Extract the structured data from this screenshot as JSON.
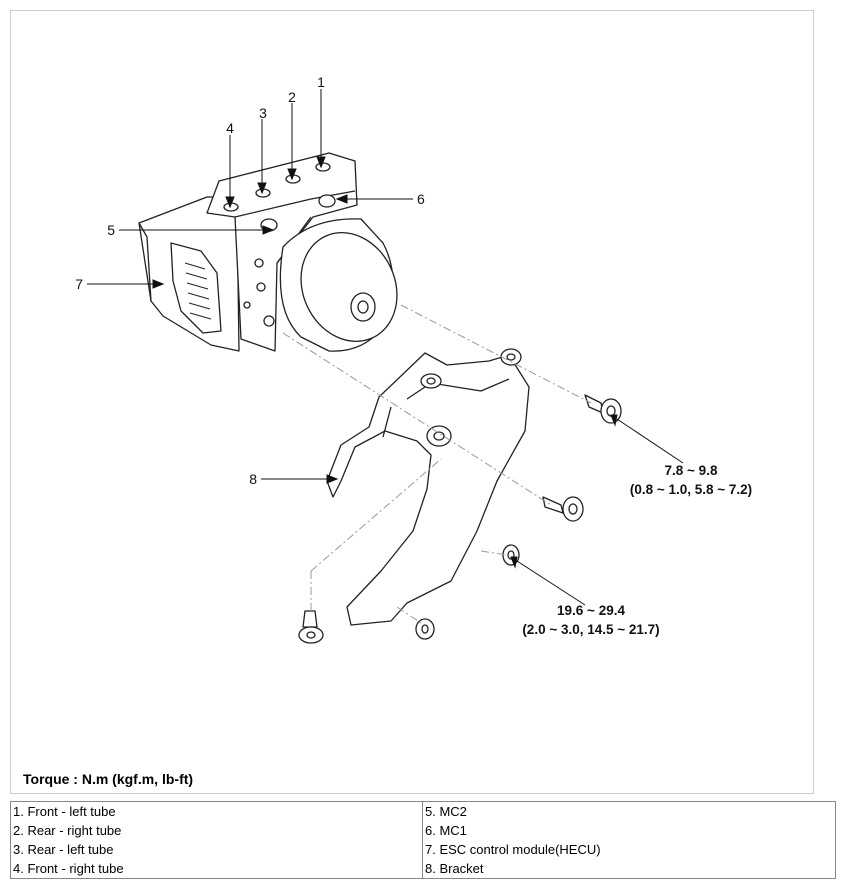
{
  "callouts": [
    "1",
    "2",
    "3",
    "4",
    "5",
    "6",
    "7",
    "8"
  ],
  "torque_values": [
    {
      "range": "7.8 ~ 9.8",
      "alt": "(0.8 ~ 1.0, 5.8 ~ 7.2)"
    },
    {
      "range": "19.6 ~ 29.4",
      "alt": "(2.0 ~ 3.0, 14.5 ~ 21.7)"
    }
  ],
  "torque_unit_note": "Torque : N.m (kgf.m, lb-ft)",
  "legend": {
    "rows": [
      [
        "1. Front - left tube",
        "5. MC2"
      ],
      [
        "2. Rear - right tube",
        "6. MC1"
      ],
      [
        "3. Rear - left tube",
        "7. ESC control module(HECU)"
      ],
      [
        "4. Front - right tube",
        "8. Bracket"
      ]
    ]
  }
}
